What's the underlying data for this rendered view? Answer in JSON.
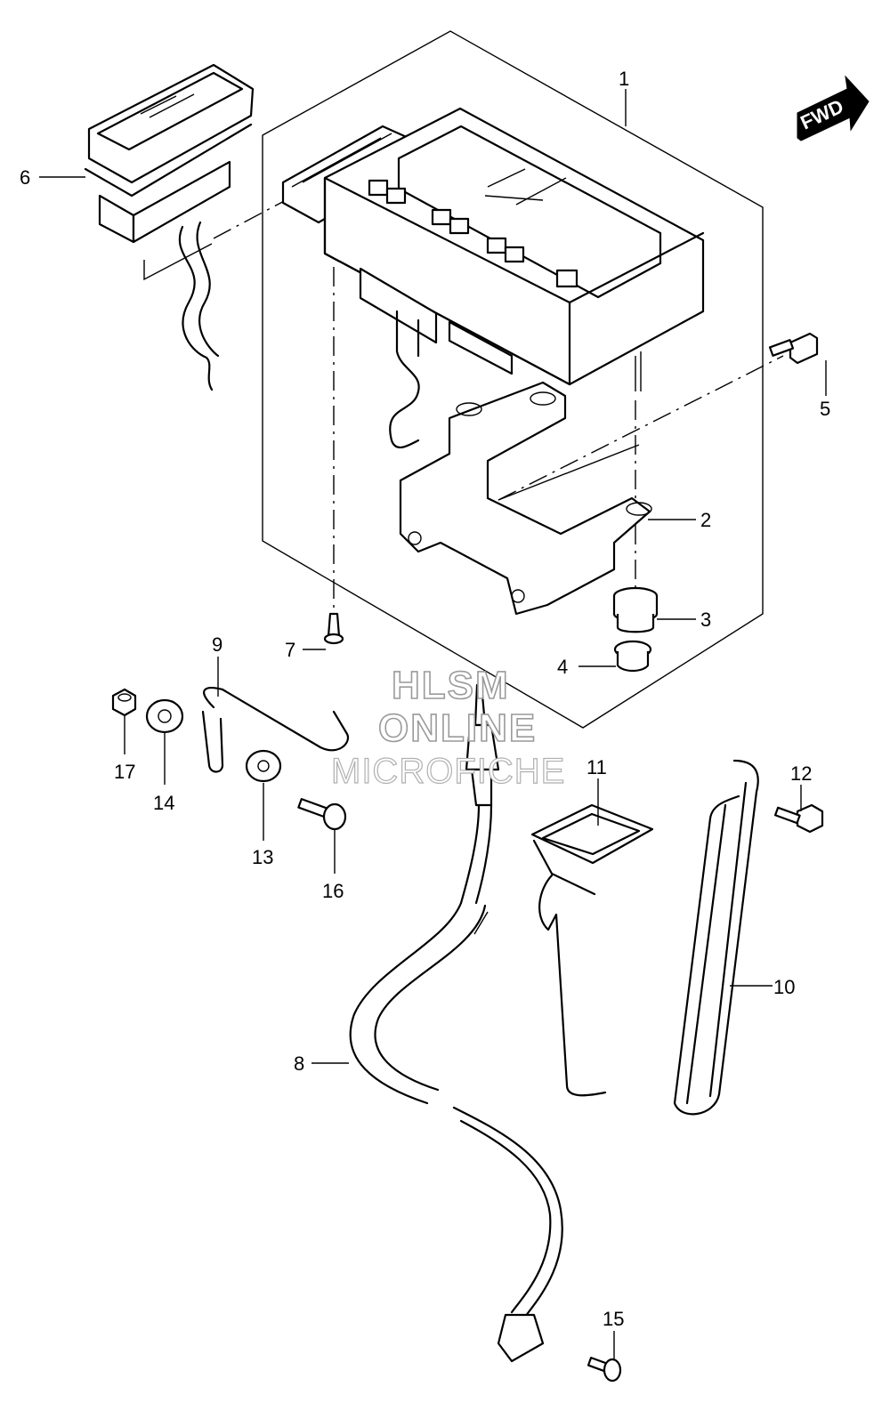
{
  "callouts": [
    {
      "id": "1",
      "label": "1"
    },
    {
      "id": "2",
      "label": "2"
    },
    {
      "id": "3",
      "label": "3"
    },
    {
      "id": "4",
      "label": "4"
    },
    {
      "id": "5",
      "label": "5"
    },
    {
      "id": "6",
      "label": "6"
    },
    {
      "id": "7",
      "label": "7"
    },
    {
      "id": "8",
      "label": "8"
    },
    {
      "id": "9",
      "label": "9"
    },
    {
      "id": "10",
      "label": "10"
    },
    {
      "id": "11",
      "label": "11"
    },
    {
      "id": "12",
      "label": "12"
    },
    {
      "id": "13",
      "label": "13"
    },
    {
      "id": "14",
      "label": "14"
    },
    {
      "id": "15",
      "label": "15"
    },
    {
      "id": "16",
      "label": "16"
    },
    {
      "id": "17",
      "label": "17"
    }
  ],
  "direction_arrow": {
    "label": "FWD"
  },
  "watermark": {
    "line1": "HLSM",
    "line2": "ONLINE",
    "line3": "MICROFICHE"
  }
}
